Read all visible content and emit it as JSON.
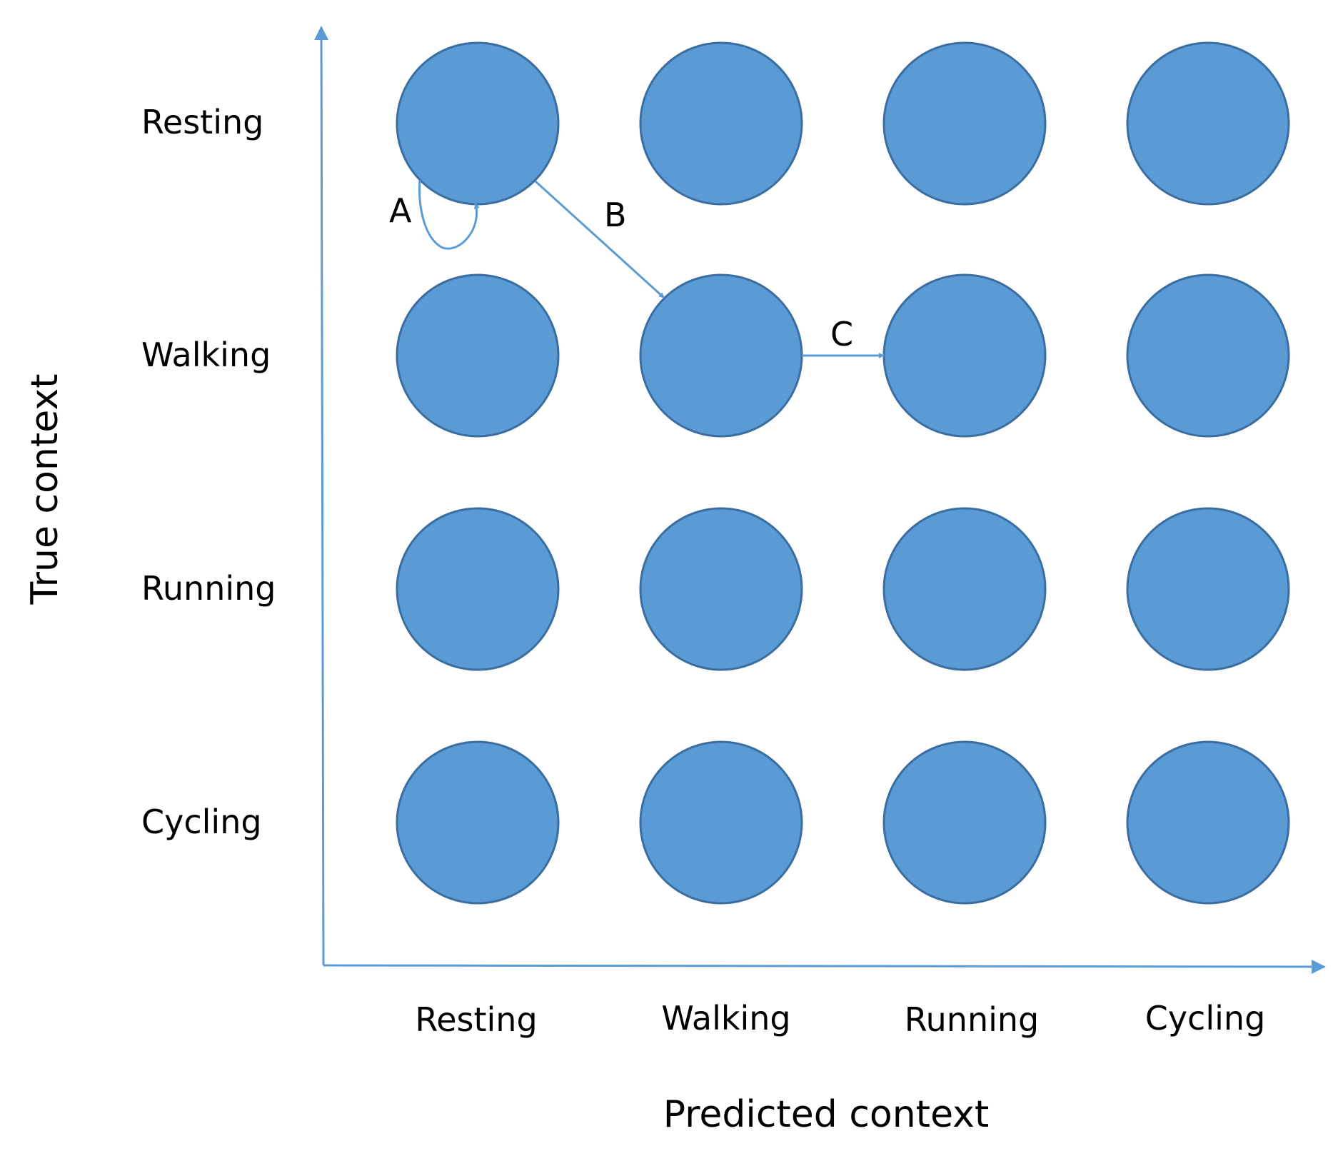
{
  "axes": {
    "y_title": "True context",
    "x_title": "Predicted context",
    "row_labels": [
      "Resting",
      "Walking",
      "Running",
      "Cycling"
    ],
    "col_labels": [
      "Resting",
      "Walking",
      "Running",
      "Cycling"
    ]
  },
  "arrows": {
    "a": "A",
    "b": "B",
    "c": "C"
  },
  "colors": {
    "node_fill": "#5B9BD5",
    "node_stroke": "#3B6EA0",
    "axis": "#5B9BD5"
  }
}
